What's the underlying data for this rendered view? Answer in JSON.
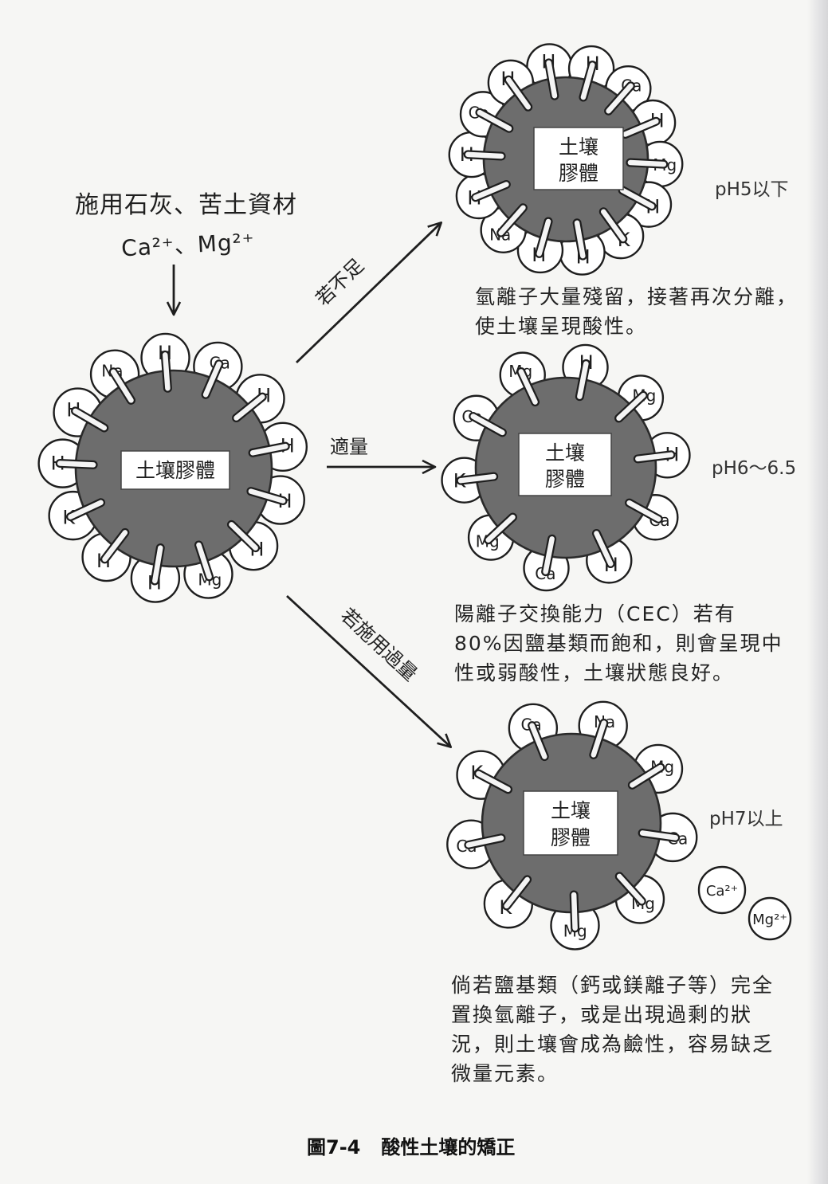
{
  "input": {
    "label": "施用石灰、苦土資材",
    "ions": "Ca²⁺、Mg²⁺"
  },
  "arrows": {
    "insufficient": "若不足",
    "proper": "適量",
    "excess": "若施用過量"
  },
  "colloid_label": "土壤膠體",
  "colloid_label_lines": [
    "土壤",
    "膠體"
  ],
  "start_ions": [
    "Na",
    "H",
    "Ca",
    "H",
    "H",
    "H",
    "H",
    "Mg",
    "H",
    "H",
    "K",
    "H",
    "H"
  ],
  "top": {
    "ions": [
      "H",
      "H",
      "Ca",
      "H",
      "Mg",
      "H",
      "K",
      "H",
      "H",
      "Na",
      "H",
      "H",
      "Ca",
      "H"
    ],
    "ph": "pH5以下",
    "desc": [
      "氫離子大量殘留，接著再次分離，",
      "使土壤呈現酸性。"
    ]
  },
  "middle": {
    "ions": [
      "Mg",
      "H",
      "Mg",
      "H",
      "Ca",
      "H",
      "Ca",
      "Mg",
      "K",
      "Ca"
    ],
    "ph": "pH6～6.5",
    "desc": [
      "陽離子交換能力（CEC）若有",
      "80%因鹽基類而飽和，則會呈現中",
      "性或弱酸性，土壤狀態良好。"
    ]
  },
  "bottom": {
    "ions": [
      "Ca",
      "Na",
      "Mg",
      "Ca",
      "Mg",
      "Mg",
      "K",
      "Ca",
      "K"
    ],
    "free_ions": [
      "Ca²⁺",
      "Mg²⁺"
    ],
    "ph": "pH7以上",
    "desc": [
      "倘若鹽基類（鈣或鎂離子等）完全",
      "置換氫離子，或是出現過剩的狀",
      "況，則土壤會成為鹼性，容易缺乏",
      "微量元素。"
    ]
  },
  "caption": {
    "number": "圖7-4",
    "title": "酸性土壤的矯正"
  }
}
